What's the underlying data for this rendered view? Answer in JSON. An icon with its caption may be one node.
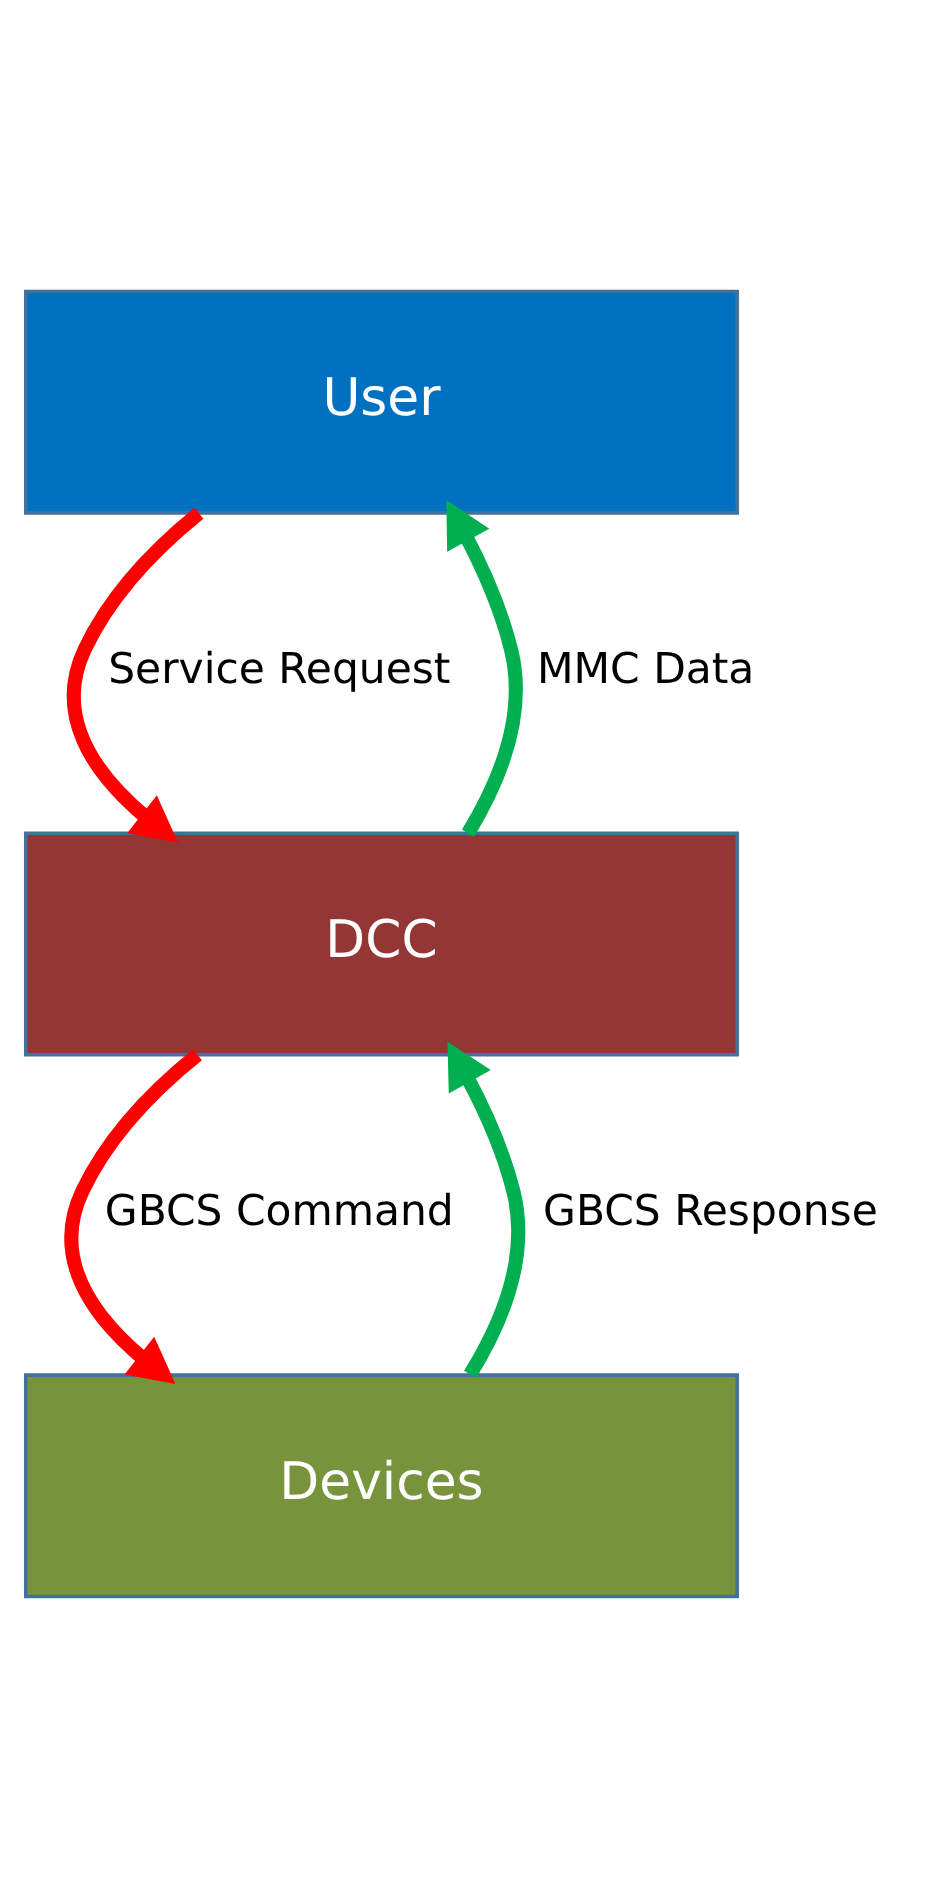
{
  "diagram": {
    "nodes": [
      {
        "text": [
          "User"
        ]
      },
      {
        "text": [
          "DCC"
        ]
      },
      {
        "text": [
          "Devices"
        ]
      }
    ],
    "edges": [
      {
        "from": 0,
        "to": 1,
        "arrow": "to",
        "label": "Service Request",
        "color": "#ff0000"
      },
      {
        "from": 1,
        "to": 0,
        "arrow": "to",
        "label": "MMC Data",
        "color": "#00b050"
      },
      {
        "from": 1,
        "to": 2,
        "arrow": "to",
        "label": "GBCS Command",
        "color": "#ff0000"
      },
      {
        "from": 2,
        "to": 1,
        "arrow": "to",
        "label": "GBCS Response",
        "color": "#00b050"
      }
    ]
  }
}
